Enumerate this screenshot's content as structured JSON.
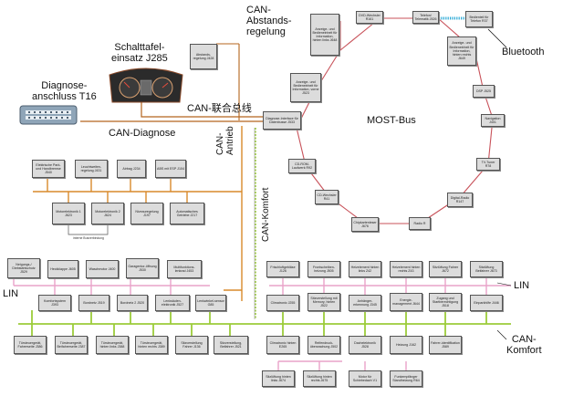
{
  "labels": {
    "can_abstand": "CAN-\nAbstands-\nregelung",
    "schalttafel": "Schalttafel-\neinsatz J285",
    "diagnose_anschluss": "Diagnose-\nanschluss T16",
    "can_verbund": "CAN-联合总线",
    "can_diagnose": "CAN-Diagnose",
    "most_bus": "MOST-Bus",
    "bluetooth": "Bluetooth",
    "can_antrieb": "CAN-\nAntrieb",
    "can_komfort_vertical": "CAN-Komfort",
    "lin_left": "LIN",
    "lin_right": "LIN",
    "can_komfort_bottom": "CAN-\nKomfort",
    "interne_busverbindung": "interne Busverbindung"
  },
  "boxes": {
    "abstandsregelung": "Abstands-regelung J428",
    "gateway": "Diagnose-Interface für Datenbusse J533",
    "most_j503": "Anzeige- und Bedieneinheit für Information, hinten links J648",
    "most_j523": "Anzeige- und Bedieneinheit für Information, vorne J523",
    "most_dvd": "DVD-Wechsler R161",
    "most_telefon": "Telefon/ Telematik J526",
    "bt_box": "Bedienteil für Telefon R37",
    "most_j649": "Anzeige- und Bedieneinheit für Information, hinten rechts J649",
    "most_dsp": "DSP J525",
    "most_navigation": "Navigation J401",
    "most_tv": "TV-Tuner R78",
    "most_radio": "Digital-Radio R147",
    "most_radio_r": "Radio R",
    "most_chipkarte": "Chipkartenleser J676",
    "most_cdw": "CD-Wechsler R41",
    "most_cdrom": "CD-ROM-Laufwerk R92",
    "most_j648": "Anzeige- und Bedieneinheit für Information, hinten rechts J649",
    "el_park": "Elektrische Park- und Handbremse J540",
    "leuchtweite": "Leuchtweiten-regelung J431",
    "airbag": "Airbag J234",
    "abs": "ABS mit ESP J104",
    "motor1": "Motorelektronik 1 J623",
    "motor2": "Motorelektronik 2 J624",
    "niveau": "Niveauregelung J197",
    "getriebe": "Automatisches Getriebe J217",
    "neigung": "Neigungs-/ Diebstahlschutz J529",
    "heckklappe": "Heckklappe J605",
    "waschmotor": "Waschmotor J400",
    "garagentor": "Garagentor-öffnung J530",
    "multifunktion": "Multifunktions-lenkrad J453",
    "komfort": "Komfortsystem J393",
    "bordnetz": "Bordnetz J519",
    "bordnetz2": "Bordnetz 2 J520",
    "lenksaeule": "Lenksäulen-elektronik J527",
    "lenkwinkel": "Lenkwinkel-sensor G85",
    "tuer_fl": "Türsteuergerät, Fahrerseite J386",
    "tuer_bf": "Türsteuergerät, Beifahrerseite J387",
    "tuer_hl": "Türsteuergerät, hinten links J388",
    "tuer_hr": "Türsteuergerät, hinten rechts J389",
    "sitz_f": "Sitzverstellung Fahrer J136",
    "sitz_bf": "Sitzverstellung, Beifahrer J521",
    "frischluft": "Frischluftgebläse J126",
    "frontscheibe": "Frontscheiben-heizung J505",
    "heizelement_l": "Heizelement hinten links Z42",
    "heizelement_r": "Heizelement hinten rechts Z43",
    "sitzluft_f": "Sitzlüftung Fahrer J672",
    "sitzluft_bf": "Sitzlüftung Beifahrer J673",
    "climatronic": "Climatronic J255",
    "sitzverst_mem": "Sitzverstellung mit Memory, hinten J522",
    "anhaenger": "Anhänger-erkennung J345",
    "energie": "Energie-management J644",
    "zugang": "Zugang und Startberechtigung J518",
    "einparkhilfe": "Einparkhilfe J446",
    "climatronic_h": "Climatronic hinten E265",
    "reifendruck": "Reifendruck-überwachung J502",
    "dachelektronik": "Dachelektronik J528",
    "heizung": "Heizung J162",
    "fahrer_id": "Fahrer-identifikation J589",
    "sitzluft_hl": "Sitzlüftung hinten links J674",
    "sitzluft_hr": "Sitzlüftung hinten rechts J675",
    "motor_schiebedach": "Motor für Schiebedach V1",
    "funkempfaenger": "Funkempfänger Standheizung R64"
  },
  "colors": {
    "can_diagnose": "#b5651d",
    "can_antrieb": "#d98a2b",
    "can_komfort": "#9ccc3a",
    "lin": "#e9a3c9",
    "most": "#c8525a",
    "bluetooth": "#29a8d6",
    "box_fill": "#dcdcdc"
  }
}
